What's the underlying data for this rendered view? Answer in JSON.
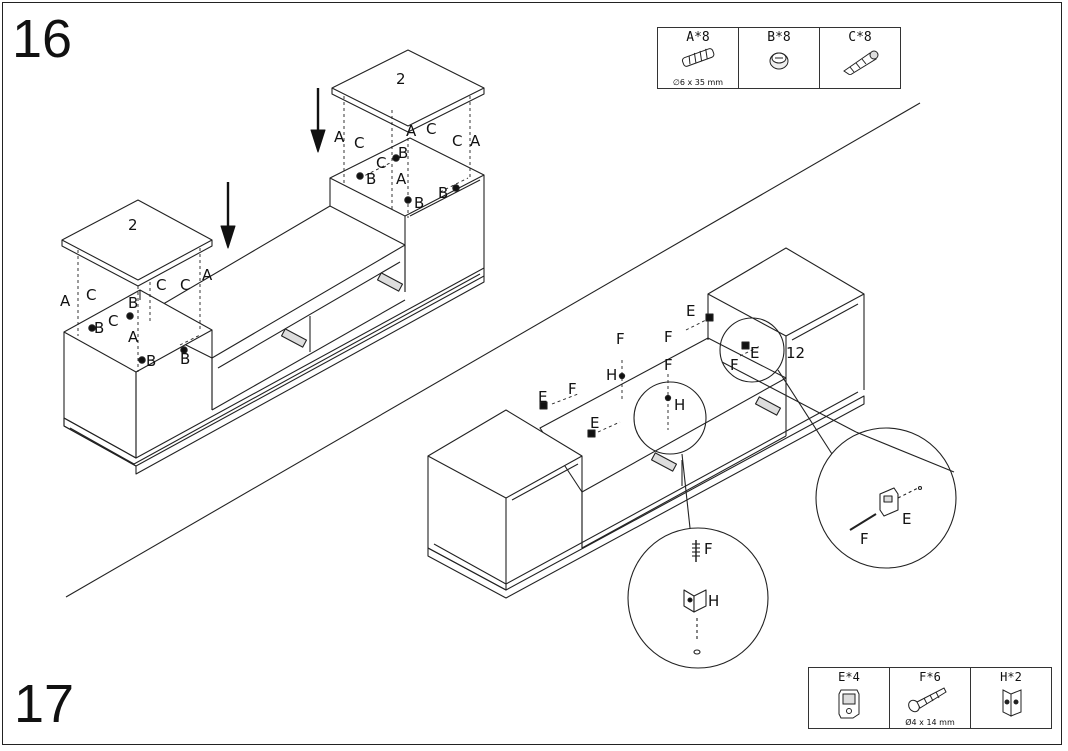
{
  "steps": {
    "upper": "16",
    "lower": "17"
  },
  "hardware_top": [
    {
      "label": "A*8",
      "dim": "6 x 35 mm",
      "icon": "dowel-icon"
    },
    {
      "label": "B*8",
      "dim": "",
      "icon": "cam-lock-icon"
    },
    {
      "label": "C*8",
      "dim": "",
      "icon": "cam-bolt-icon"
    }
  ],
  "hardware_bottom": [
    {
      "label": "E*4",
      "dim": "",
      "icon": "bracket-icon"
    },
    {
      "label": "F*6",
      "dim": "Ø4 x 14 mm",
      "icon": "screw-icon"
    },
    {
      "label": "H*2",
      "dim": "",
      "icon": "angle-bracket-icon"
    }
  ],
  "callouts": {
    "panel": "2",
    "a": "A",
    "b": "B",
    "c": "C",
    "e": "E",
    "f": "F",
    "h": "H",
    "count_12": "12"
  }
}
